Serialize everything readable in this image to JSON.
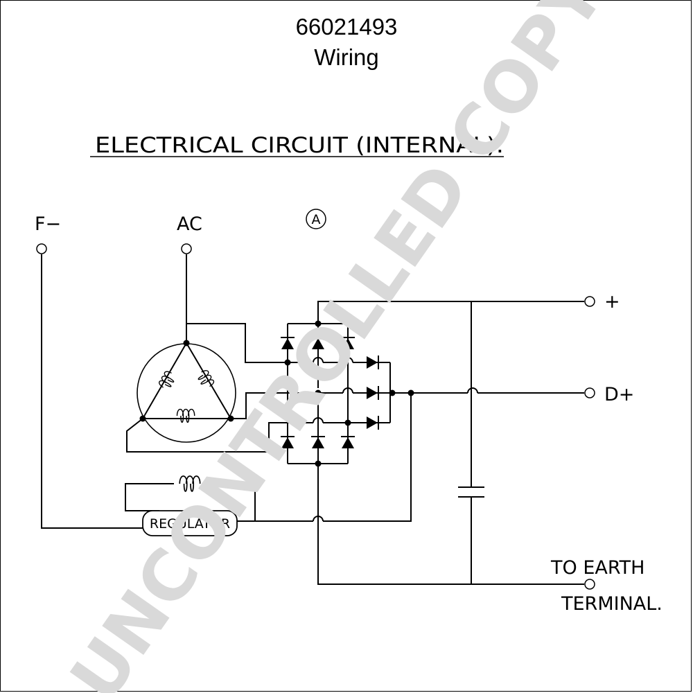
{
  "header": {
    "part_number": "66021493",
    "subtitle": "Wiring"
  },
  "diagram": {
    "heading": "ELECTRICAL CIRCUIT (INTERNAL).",
    "marker": "A",
    "terminals": {
      "f_minus": "F−",
      "ac": "AC",
      "plus": "+",
      "d_plus": "D+",
      "earth_line1": "TO EARTH",
      "earth_line2": "TERMINAL."
    },
    "regulator": "REGULATOR"
  },
  "watermark": "UNCONTROLLED COPY"
}
